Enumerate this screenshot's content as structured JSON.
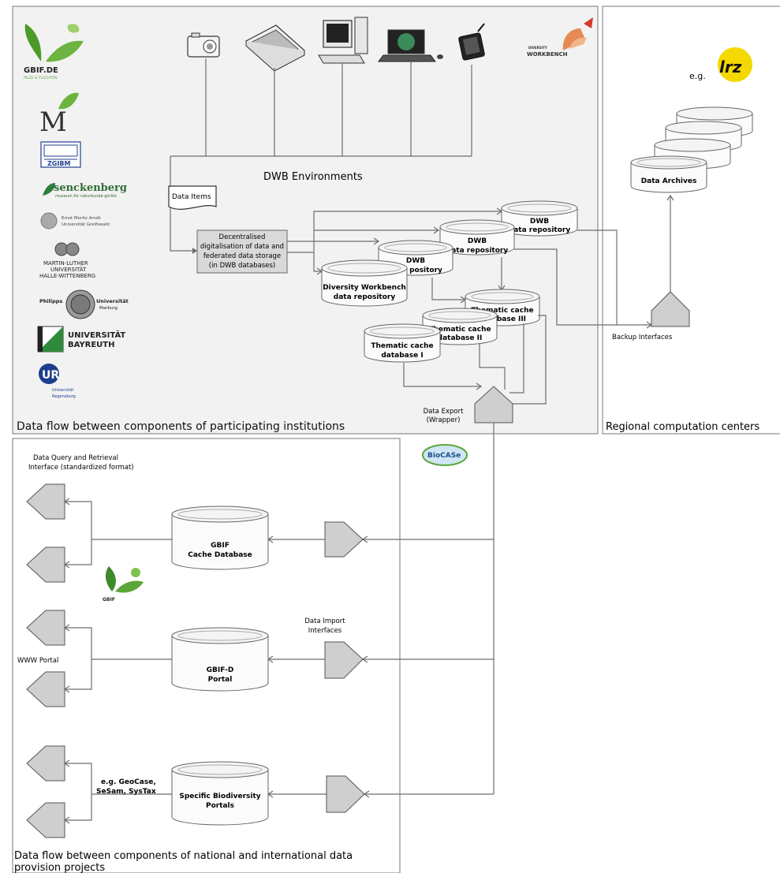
{
  "panels": {
    "institutions_caption": "Data flow between components of participating institutions",
    "regional_caption": "Regional computation centers",
    "national_caption_line1": "Data flow between components of national and international data",
    "national_caption_line2": "provision projects"
  },
  "top_section": {
    "dwb_environments": "DWB Environments",
    "data_items": "Data Items",
    "decentralised_line1": "Decentralised",
    "decentralised_line2": "digitalisation of data and",
    "decentralised_line3": "federated data storage",
    "decentralised_line4": "(in DWB databases)",
    "dwb_repo_top_line1": "DWB",
    "dwb_repo_top_line2": "data repository",
    "dwb_repo_mid_line1": "DWB",
    "dwb_repo_mid_line2": "data repository",
    "dwb_repo_left_line1": "DWB",
    "dwb_repo_left_line2": "pository",
    "diversity_wb_line1": "Diversity Workbench",
    "diversity_wb_line2": "data repository",
    "thematic3_line1": "Thematic cache",
    "thematic3_line2": "database  III",
    "thematic2_line1": "Thematic cache",
    "thematic2_line2": "database  II",
    "thematic1_line1": "Thematic cache",
    "thematic1_line2": "database  I",
    "data_export_line1": "Data Export",
    "data_export_line2": "(Wrapper)",
    "backup_interfaces": "Backup Interfaces",
    "workbench_logo_small": "DIVERSITY",
    "workbench_logo_big": "WORKBENCH"
  },
  "regional": {
    "eg": "e.g.",
    "data_archives": "Data  Archives"
  },
  "logos": {
    "gbif_de": "GBIF.DE",
    "gbif_de_sub": "PILZE & FLECHTEN",
    "senckenberg": "senckenberg",
    "senckenberg_sub": "museum für naturkunde görlitz",
    "greifswald_line1": "Ernst Moritz Arndt",
    "greifswald_line2": "Universität Greifswald",
    "halle_line1": "MARTIN-LUTHER",
    "halle_line2": "UNIVERSITÄT",
    "halle_line3": "HALLE-WITTENBERG",
    "marburg_left": "Philipps",
    "marburg_right": "Universität",
    "marburg_right2": "Marburg",
    "bayreuth_line1": "UNIVERSITÄT",
    "bayreuth_line2": "BAYREUTH",
    "regensburg_letters": "UR",
    "regensburg_line1": "Universität",
    "regensburg_line2": "Regensburg",
    "biocase": "BioCASe",
    "gbif": "GBIF",
    "lrz": "lrz"
  },
  "bottom_section": {
    "query_line1": "Data Query and Retrieval",
    "query_line2": "Interface (standardized format)",
    "gbif_cache_line1": "GBIF",
    "gbif_cache_line2": "Cache Database",
    "import_line1": "Data Import",
    "import_line2": "Interfaces",
    "www_portal": "WWW Portal",
    "gbif_d_line1": "GBIF-D",
    "gbif_d_line2": "Portal",
    "eg_line1": "e.g. GeoCase,",
    "eg_line2": "SeSam, SysTax",
    "specific_line1": "Specific Biodiversity",
    "specific_line2": "Portals"
  },
  "colors": {
    "panel_top_bg": "#f2f2f2",
    "gray_shape": "#cfcfcf",
    "gbif_green": "#5aa63a",
    "lrz_yellow": "#f5d800"
  }
}
